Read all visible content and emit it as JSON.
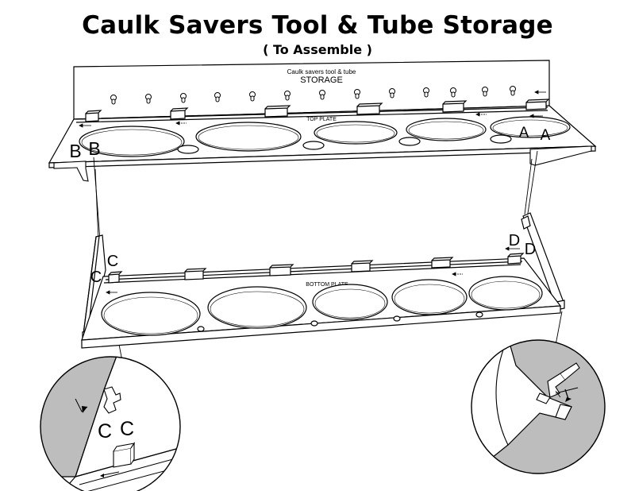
{
  "header": {
    "title": "Caulk Savers Tool & Tube Storage",
    "subtitle": "( To Assemble )"
  },
  "top_panel": {
    "caption_line1": "Caulk savers tool & tube",
    "caption_line2": "STORAGE",
    "plate_label": "TOP PLATE"
  },
  "bottom_panel": {
    "plate_label": "BOTTOM PLATE"
  },
  "callouts": {
    "a1": "A",
    "a2": "A",
    "b1": "B",
    "b2": "B",
    "c1": "C",
    "c2": "C",
    "d1": "D",
    "d2": "D",
    "detail_c1": "C",
    "detail_c2": "C"
  },
  "colors": {
    "ink": "#000000",
    "paper": "#ffffff",
    "detail_shade": "#bdbdbd"
  }
}
